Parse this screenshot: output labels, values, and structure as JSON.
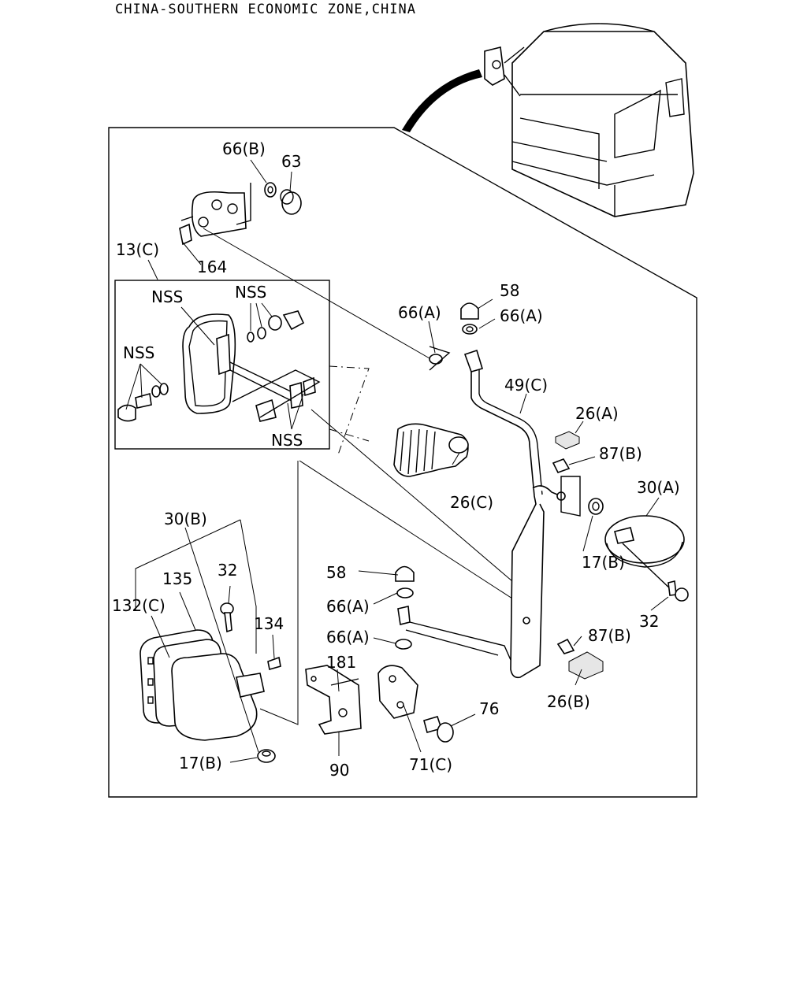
{
  "header": {
    "title": "CHINA-SOUTHERN ECONOMIC ZONE,CHINA"
  },
  "labels": {
    "l66b": "66(B)",
    "l63": "63",
    "l13c": "13(C)",
    "l164": "164",
    "nss1": "NSS",
    "nss2": "NSS",
    "nss3": "NSS",
    "nss4": "NSS",
    "l58a": "58",
    "l66a1": "66(A)",
    "l66a2": "66(A)",
    "l49c": "49(C)",
    "l26a": "26(A)",
    "l87b1": "87(B)",
    "l26c": "26(C)",
    "l30a": "30(A)",
    "l17b1": "17(B)",
    "l32a": "32",
    "l30b": "30(B)",
    "l135": "135",
    "l32b": "32",
    "l132c": "132(C)",
    "l134": "134",
    "l58b": "58",
    "l66a3": "66(A)",
    "l66a4": "66(A)",
    "l181": "181",
    "l87b2": "87(B)",
    "l26b": "26(B)",
    "l76": "76",
    "l17b2": "17(B)",
    "l90": "90",
    "l71c": "71(C)"
  }
}
